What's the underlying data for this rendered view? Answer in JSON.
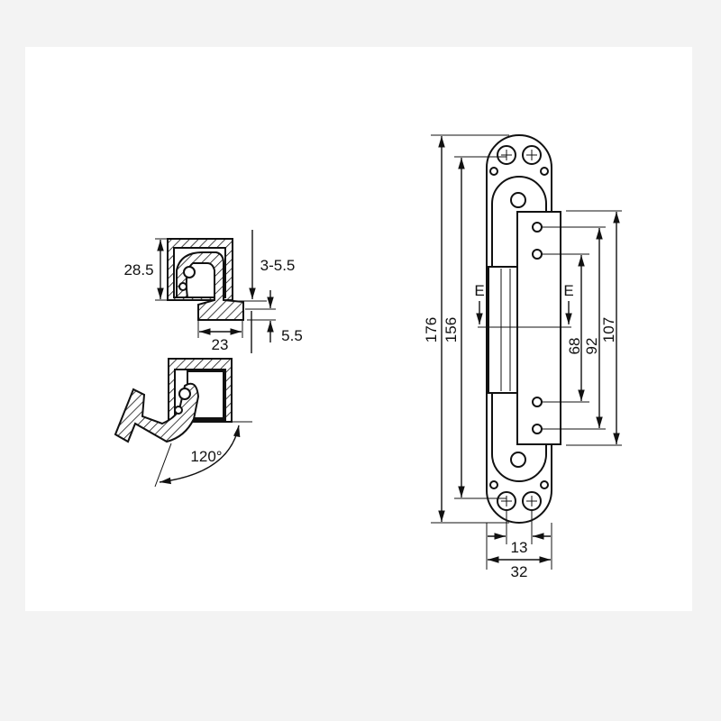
{
  "profile_top": {
    "height": "28.5",
    "gap": "3-5.5",
    "flange": "5.5",
    "width": "23"
  },
  "profile_bottom": {
    "angle": "120°"
  },
  "hinge": {
    "length_total": "176",
    "length_screws": "156",
    "plate_length": "107",
    "hole_outer": "92",
    "hole_inner": "68",
    "section_left": "E",
    "section_right": "E",
    "screw_spacing": "13",
    "width": "32"
  }
}
